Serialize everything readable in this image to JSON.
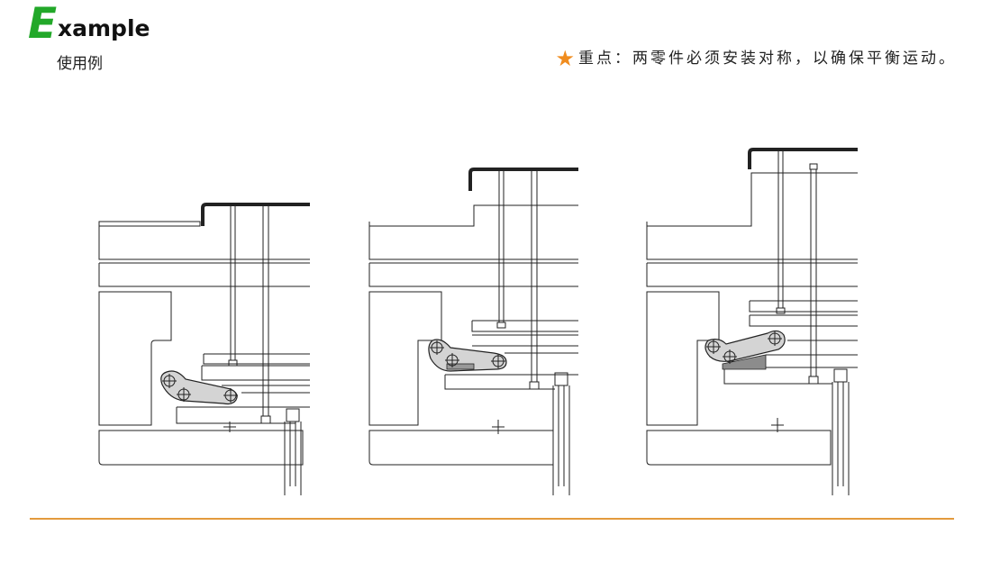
{
  "header": {
    "title_initial": "E",
    "title_rest": "xample",
    "subtitle": "使用例",
    "note_icon": "star-icon",
    "note": "重点：两零件必须安装对称，以确保平衡运动。",
    "title_color": "#22a829",
    "accent_color": "#f08c1e",
    "rule_color": "#e39a3d"
  },
  "diagrams": [
    {
      "stage": "mechanism-stage-1"
    },
    {
      "stage": "mechanism-stage-2"
    },
    {
      "stage": "mechanism-stage-3"
    }
  ]
}
